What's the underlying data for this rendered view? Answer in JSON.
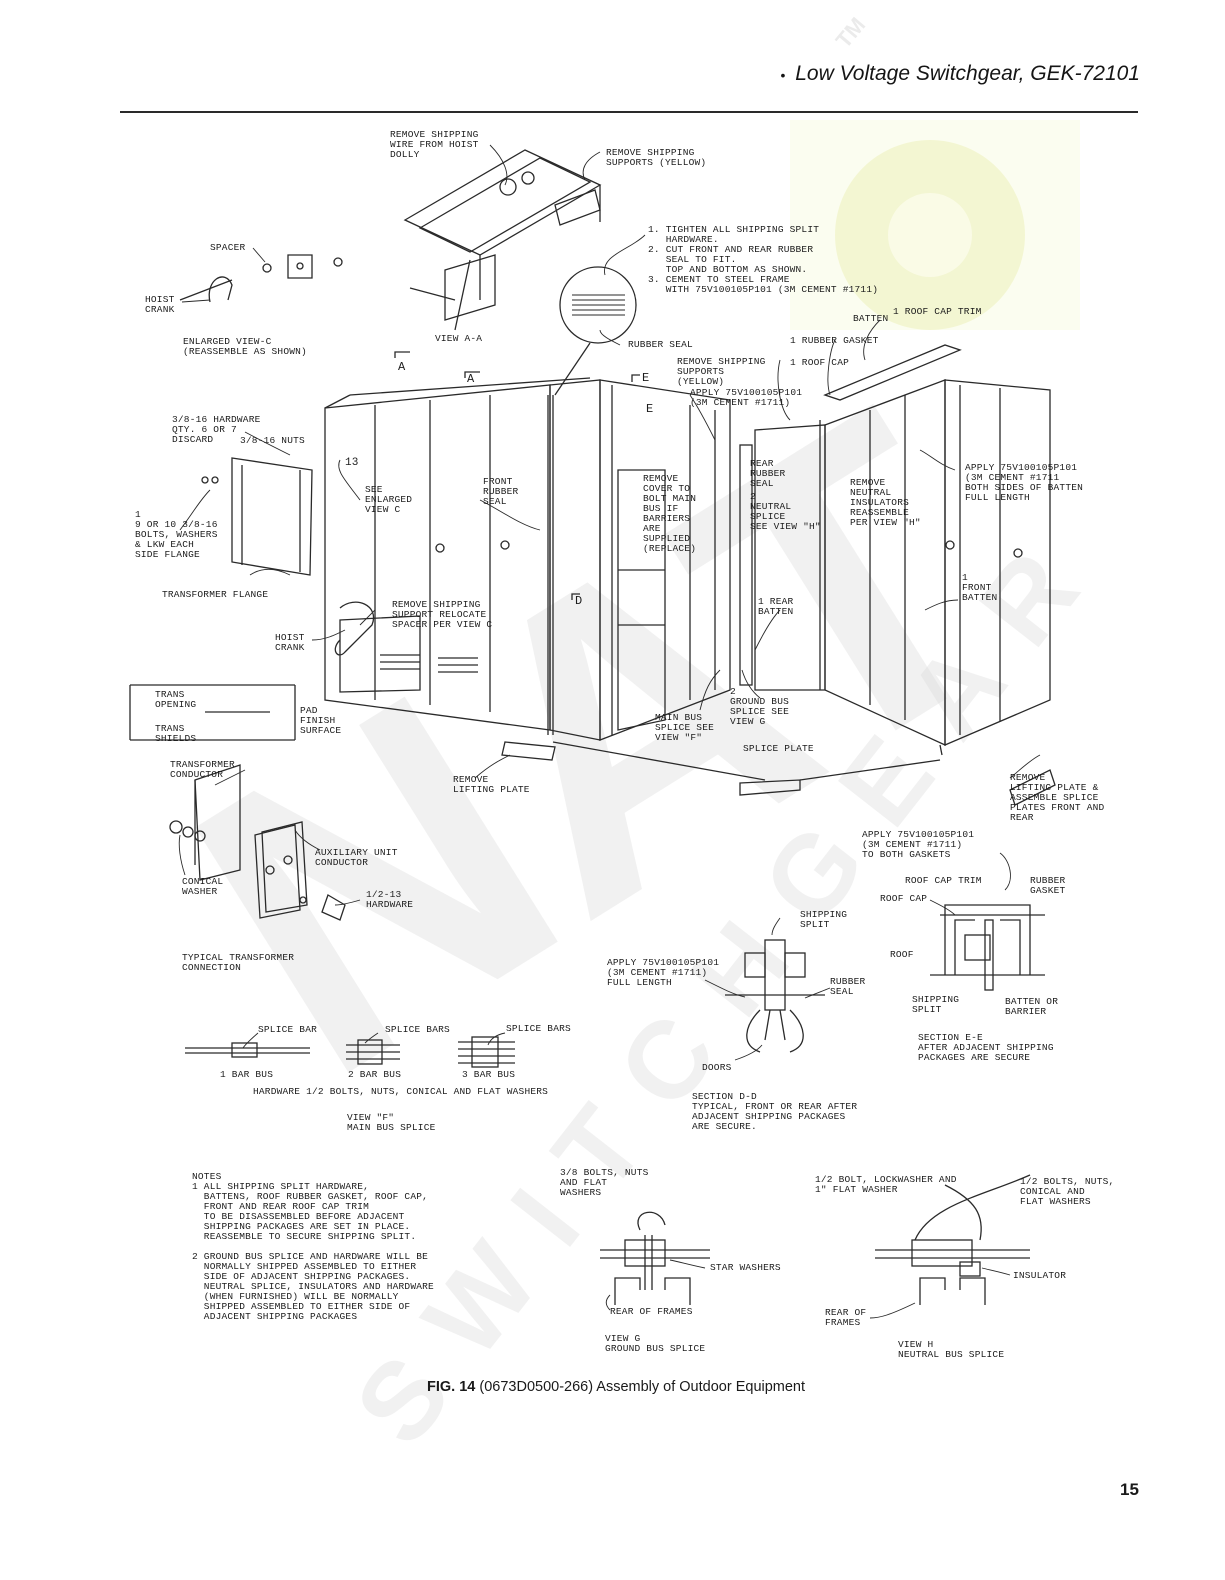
{
  "header": {
    "title": "Low Voltage Switchgear, GEK-72101"
  },
  "figure": {
    "number": "FIG. 14",
    "caption": "(0673D0500-266) Assembly of Outdoor Equipment"
  },
  "page_number": "15",
  "labels": {
    "remove_wire_hoist": "REMOVE SHIPPING\nWIRE FROM HOIST\nDOLLY",
    "remove_supports_yellow_top": "REMOVE SHIPPING\nSUPPORTS (YELLOW)",
    "instructions": "1. TIGHTEN ALL SHIPPING SPLIT\n   HARDWARE.\n2. CUT FRONT AND REAR RUBBER\n   SEAL TO FIT.\n   TOP AND BOTTOM AS SHOWN.\n3. CEMENT TO STEEL FRAME\n   WITH 75V100105P101 (3M CEMENT #1711)",
    "spacer": "SPACER",
    "hoist_crank_c": "HOIST\nCRANK",
    "enlarged_view_c": "ENLARGED VIEW-C\n(REASSEMBLE AS SHOWN)",
    "view_aa": "VIEW A-A",
    "rubber_seal_top": "RUBBER SEAL",
    "batten_top": "BATTEN",
    "roof_cap_trim_top": "1 ROOF CAP TRIM",
    "rubber_gasket_top": "1 RUBBER GASKET",
    "roof_cap_top": "1 ROOF CAP",
    "remove_supports_yellow_mid": "REMOVE SHIPPING\nSUPPORTS\n(YELLOW)",
    "apply_cement_mid": "APPLY 75V100105P101\n(3M CEMENT #1711)",
    "hardware_discard": "3/8-16 HARDWARE\nQTY. 6 OR 7\nDISCARD",
    "nuts_3816": "3/8-16 NUTS",
    "see_enlarged_view_c": "SEE\nENLARGED\nVIEW C",
    "front_rubber_seal": "FRONT\nRUBBER\nSEAL",
    "remove_cover": "REMOVE\nCOVER TO\nBOLT MAIN\nBUS IF\nBARRIERS\nARE\nSUPPLIED\n(REPLACE)",
    "rear_rubber_seal": "REAR\nRUBBER\nSEAL",
    "neutral_splice": "2\nNEUTRAL\nSPLICE\nSEE VIEW \"H\"",
    "remove_neutral_insulators": "REMOVE\nNEUTRAL\nINSULATORS\nREASSEMBLE\nPER VIEW \"H\"",
    "apply_cement_batten": "APPLY 75V100105P101\n(3M CEMENT #1711\nBOTH SIDES OF BATTEN\nFULL LENGTH",
    "bolts_washers": "1\n9 OR 10 3/8-16\nBOLTS, WASHERS\n& LKW EACH\nSIDE FLANGE",
    "transformer_flange": "TRANSFORMER FLANGE",
    "remove_support_relocate": "REMOVE SHIPPING\nSUPPORT RELOCATE\nSPACER PER VIEW C",
    "hoist_crank_main": "HOIST\nCRANK",
    "rear_batten": "1 REAR\nBATTEN",
    "front_batten": "1\nFRONT\nBATTEN",
    "trans_opening": "TRANS\nOPENING",
    "trans_shields": "TRANS\nSHIELDS",
    "pad_finish_surface": "PAD\nFINISH\nSURFACE",
    "main_bus_splice": "MAIN BUS\nSPLICE SEE\nVIEW \"F\"",
    "ground_bus_splice_g": "2\nGROUND BUS\nSPLICE SEE\nVIEW G",
    "splice_plate": "SPLICE PLATE",
    "remove_lifting_plate": "REMOVE\nLIFTING PLATE",
    "remove_lifting_plate_assemble": "REMOVE\nLIFTING PLATE &\nASSEMBLE SPLICE\nPLATES FRONT AND\nREAR",
    "transformer_conductor": "TRANSFORMER\nCONDUCTOR",
    "auxiliary_unit_conductor": "AUXILIARY UNIT\nCONDUCTOR",
    "conical_washer": "CONICAL\nWASHER",
    "hardware_1213": "1/2-13\nHARDWARE",
    "typical_transformer_connection": "TYPICAL TRANSFORMER\nCONNECTION",
    "apply_cement_gaskets": "APPLY 75V100105P101\n(3M CEMENT #1711)\nTO BOTH GASKETS",
    "roof_cap_trim_e": "ROOF CAP TRIM",
    "rubber_gasket_e": "RUBBER\nGASKET",
    "roof_cap_e": "ROOF CAP",
    "roof_e": "ROOF",
    "shipping_split_e": "SHIPPING\nSPLIT",
    "batten_or_barrier": "BATTEN OR\nBARRIER",
    "section_ee": "SECTION E-E\nAFTER ADJACENT SHIPPING\nPACKAGES ARE SECURE",
    "shipping_split_d": "SHIPPING\nSPLIT",
    "apply_cement_full_length": "APPLY 75V100105P101\n(3M CEMENT #1711)\nFULL LENGTH",
    "rubber_seal_d": "RUBBER\nSEAL",
    "doors": "DOORS",
    "section_dd": "SECTION D-D\nTYPICAL, FRONT OR REAR AFTER\nADJACENT SHIPPING PACKAGES\nARE SECURE.",
    "splice_bar": "SPLICE BAR",
    "splice_bars_2": "SPLICE BARS",
    "splice_bars_3": "SPLICE BARS",
    "bar_bus_1": "1 BAR BUS",
    "bar_bus_2": "2 BAR BUS",
    "bar_bus_3": "3 BAR BUS",
    "hardware_bolts": "HARDWARE 1/2 BOLTS, NUTS, CONICAL AND FLAT WASHERS",
    "view_f": "VIEW \"F\"\nMAIN BUS SPLICE",
    "notes": "NOTES\n1 ALL SHIPPING SPLIT HARDWARE,\n  BATTENS, ROOF RUBBER GASKET, ROOF CAP,\n  FRONT AND REAR ROOF CAP TRIM\n  TO BE DISASSEMBLED BEFORE ADJACENT\n  SHIPPING PACKAGES ARE SET IN PLACE.\n  REASSEMBLE TO SECURE SHIPPING SPLIT.\n\n2 GROUND BUS SPLICE AND HARDWARE WILL BE\n  NORMALLY SHIPPED ASSEMBLED TO EITHER\n  SIDE OF ADJACENT SHIPPING PACKAGES.\n  NEUTRAL SPLICE, INSULATORS AND HARDWARE\n  (WHEN FURNISHED) WILL BE NORMALLY\n  SHIPPED ASSEMBLED TO EITHER SIDE OF\n  ADJACENT SHIPPING PACKAGES",
    "bolts_nuts_flat": "3/8 BOLTS, NUTS\nAND FLAT\nWASHERS",
    "star_washers": "STAR WASHERS",
    "rear_of_frames_g": "REAR OF FRAMES",
    "view_g": "VIEW G\nGROUND BUS SPLICE",
    "bolt_lockwasher": "1/2 BOLT, LOCKWASHER AND\n1\" FLAT WASHER",
    "bolts_nuts_conical": "1/2 BOLTS, NUTS,\nCONICAL AND\nFLAT WASHERS",
    "insulator": "INSULATOR",
    "rear_of_frames_h": "REAR OF\nFRAMES",
    "view_h": "VIEW H\nNEUTRAL BUS SPLICE",
    "section_a_left": "A",
    "section_a_right": "A",
    "section_e_top": "E",
    "section_e_mid": "E",
    "section_d": "D",
    "tag_13": "13"
  },
  "watermark": {
    "big_letters": "NAT",
    "diagonal_text": "SWITCHGEAR",
    "tm": "TM"
  }
}
